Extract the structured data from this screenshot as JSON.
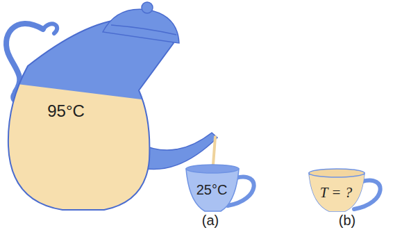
{
  "diagram": {
    "nodes": [
      {
        "text": [
          "95°C"
        ]
      },
      {
        "text": [
          "25°C"
        ]
      },
      {
        "text": [
          "T = ?"
        ]
      }
    ],
    "labels": [
      "(a)",
      "(b)"
    ]
  }
}
